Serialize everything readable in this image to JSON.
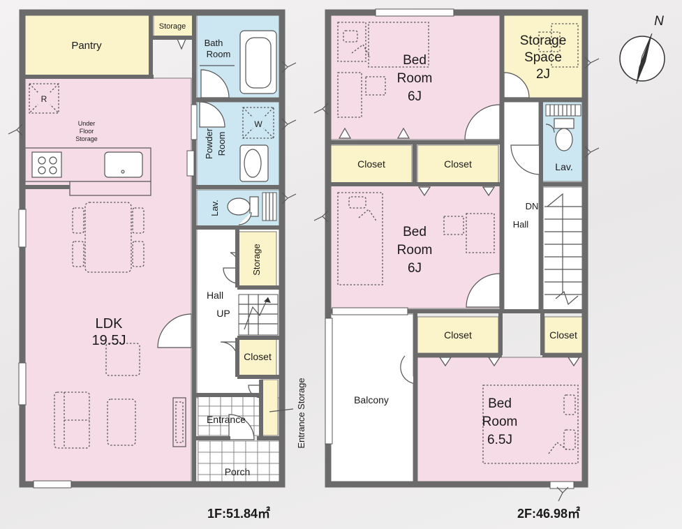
{
  "floor1": {
    "area_label": "1F:51.84㎡",
    "rooms": {
      "pantry": "Pantry",
      "storage_top": "Storage",
      "bath": [
        "Bath",
        "Room"
      ],
      "powder": [
        "Powder",
        "Room"
      ],
      "washer": "W",
      "fridge": "R",
      "under_floor": [
        "Under",
        "Floor",
        "Storage"
      ],
      "lav": "Lav.",
      "storage_hall": "Storage",
      "hall": "Hall",
      "up": "UP",
      "closet": "Closet",
      "ldk": [
        "LDK",
        "19.5J"
      ],
      "entrance": "Entrance",
      "entrance_storage": "Entrance Storage",
      "porch": "Porch"
    }
  },
  "floor2": {
    "area_label": "2F:46.98㎡",
    "rooms": {
      "bed1": [
        "Bed",
        "Room",
        "6J"
      ],
      "storage_space": [
        "Storage",
        "Space",
        "2J"
      ],
      "closet_a": "Closet",
      "closet_b": "Closet",
      "lav": "Lav.",
      "bed2": [
        "Bed",
        "Room",
        "6J"
      ],
      "dn": "DN",
      "hall": "Hall",
      "balcony": "Balcony",
      "closet_c": "Closet",
      "closet_d": "Closet",
      "bed3": [
        "Bed",
        "Room",
        "6.5J"
      ]
    }
  },
  "compass": {
    "north": "N"
  },
  "colors": {
    "pink_room": "#f6dce6",
    "yellow_room": "#fbf3c9",
    "blue_room": "#cde7f2",
    "white_room": "#ffffff",
    "wall": "#6b6b6b"
  }
}
